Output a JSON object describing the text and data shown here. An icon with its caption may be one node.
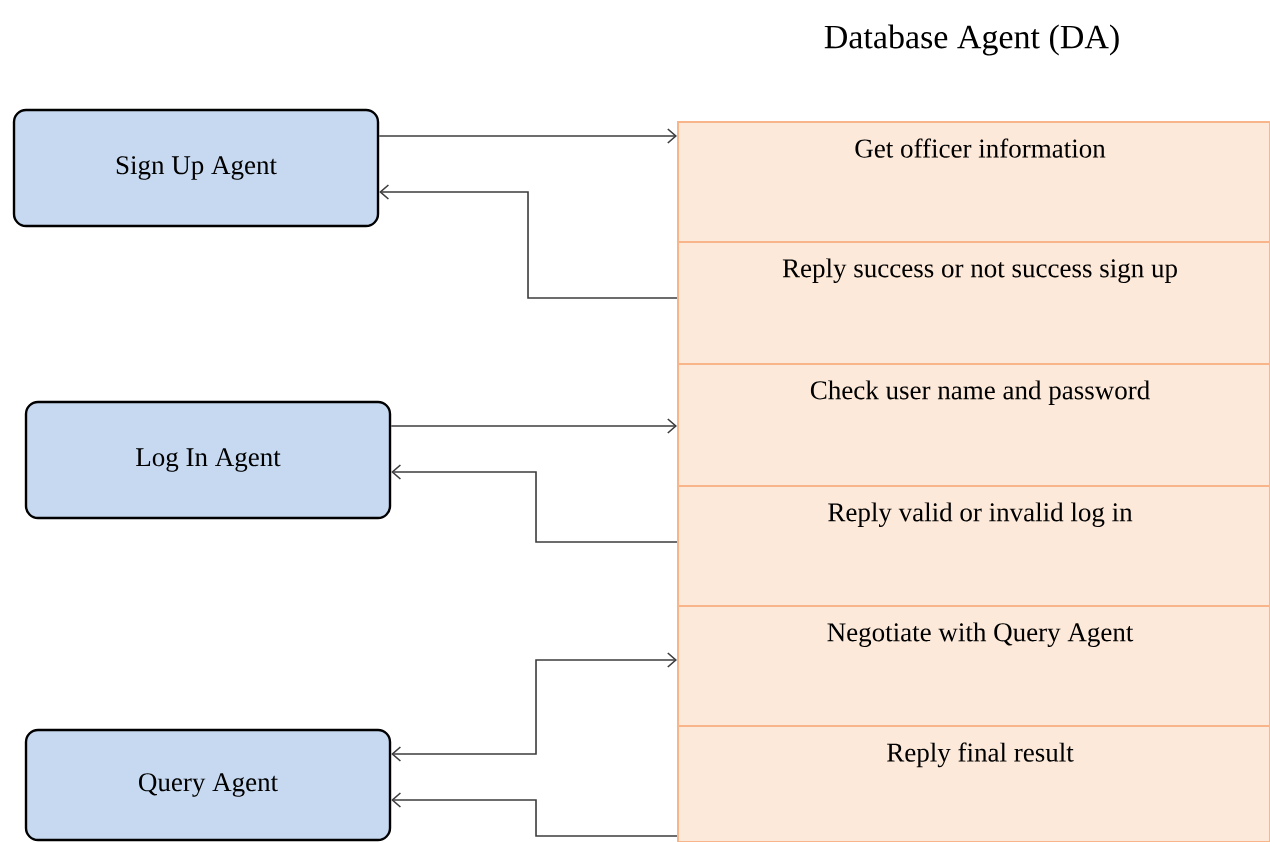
{
  "diagram": {
    "nodes": [
      {
        "text": [
          "Sign Up Agent"
        ]
      },
      {
        "text": [
          "Log In Agent"
        ]
      },
      {
        "text": [
          "Query Agent"
        ]
      },
      {
        "text": [
          "Get officer information"
        ]
      },
      {
        "text": [
          "Reply success or not success sign up"
        ]
      },
      {
        "text": [
          "Check user name and password"
        ]
      },
      {
        "text": [
          "Reply valid or invalid log in"
        ]
      },
      {
        "text": [
          "Negotiate with Query Agent"
        ]
      },
      {
        "text": [
          "Reply final result"
        ]
      }
    ],
    "edges": [
      {
        "from": 0,
        "to": 3,
        "arrow": "to"
      },
      {
        "from": 4,
        "to": 0,
        "arrow": "to"
      },
      {
        "from": 1,
        "to": 5,
        "arrow": "to"
      },
      {
        "from": 6,
        "to": 1,
        "arrow": "to"
      },
      {
        "from": 2,
        "to": 7,
        "arrow": "both"
      },
      {
        "from": 8,
        "to": 2,
        "arrow": "to"
      }
    ],
    "labels": [
      "Database Agent (DA)"
    ]
  }
}
